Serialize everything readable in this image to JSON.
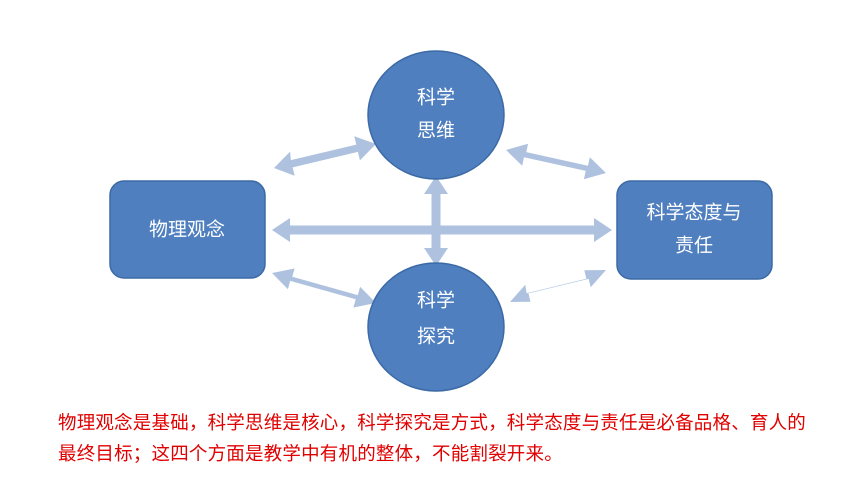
{
  "nodes": {
    "thinking": {
      "line1": "科学",
      "line2": "思维"
    },
    "concept": {
      "label": "物理观念"
    },
    "attitude": {
      "line1": "科学态度与",
      "line2": "责任"
    },
    "inquiry": {
      "line1": "科学",
      "line2": "探究"
    }
  },
  "caption": "物理观念是基础，科学思维是核心，科学探究是方式，科学态度与责任是必备品格、育人的最终目标；这四个方面是教学中有机的整体，不能割裂开来。",
  "colors": {
    "node_fill": "#4f7fbf",
    "arrow_fill": "#aec2e0",
    "caption_text": "#e00000"
  }
}
